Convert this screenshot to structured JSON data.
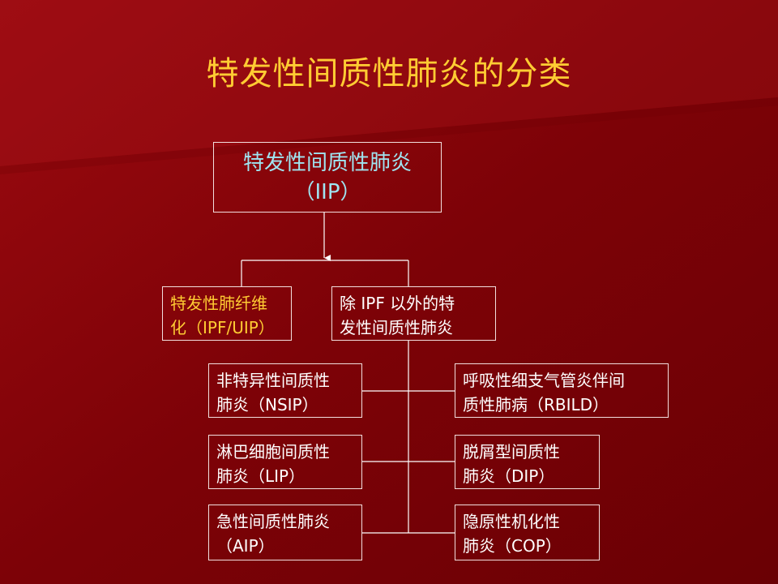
{
  "title": "特发性间质性肺炎的分类",
  "root": {
    "line1": "特发性间质性肺炎",
    "line2": "（IIP）"
  },
  "ipf": {
    "line1": "特发性肺纤维",
    "line2": "化（IPF/UIP）"
  },
  "non_ipf": {
    "line1": "除 IPF 以外的特",
    "line2": "发性间质性肺炎"
  },
  "nsip": {
    "line1": "非特异性间质性",
    "line2": "肺炎（NSIP）"
  },
  "rbild": {
    "line1": "呼吸性细支气管炎伴间",
    "line2": "质性肺病（RBILD）"
  },
  "lip": {
    "line1": "淋巴细胞间质性",
    "line2": "肺炎（LIP）"
  },
  "dip": {
    "line1": "脱屑型间质性",
    "line2": "肺炎（DIP）"
  },
  "aip": {
    "line1": "急性间质性肺炎",
    "line2": "（AIP）"
  },
  "cop": {
    "line1": "隐原性机化性",
    "line2": "肺炎（COP）"
  },
  "colors": {
    "background": "#7a0005",
    "title": "#ffcc33",
    "root_text": "#9fe4f0",
    "ipf_text": "#ffcc33",
    "box_text": "#ffffff",
    "line": "#ffffff"
  }
}
